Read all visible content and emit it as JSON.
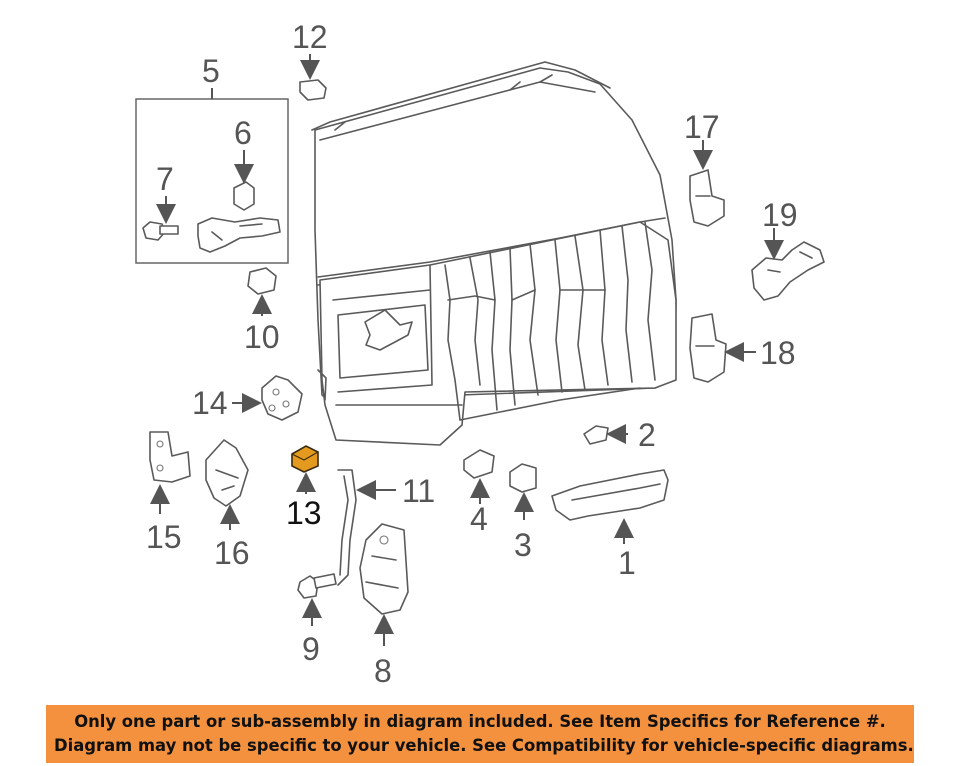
{
  "callouts": {
    "c1": "1",
    "c2": "2",
    "c3": "3",
    "c4": "4",
    "c5": "5",
    "c6": "6",
    "c7": "7",
    "c8": "8",
    "c9": "9",
    "c10": "10",
    "c11": "11",
    "c12": "12",
    "c13": "13",
    "c14": "14",
    "c15": "15",
    "c16": "16",
    "c17": "17",
    "c18": "18",
    "c19": "19"
  },
  "highlight": {
    "part": "13",
    "color": "#e39a1e"
  },
  "notice": {
    "line1": "Only one part or sub-assembly in diagram included. See Item Specifics for Reference #.",
    "line2": "Diagram may not be specific to your vehicle. See Compatibility for vehicle-specific diagrams.",
    "color": "#f3913f"
  }
}
